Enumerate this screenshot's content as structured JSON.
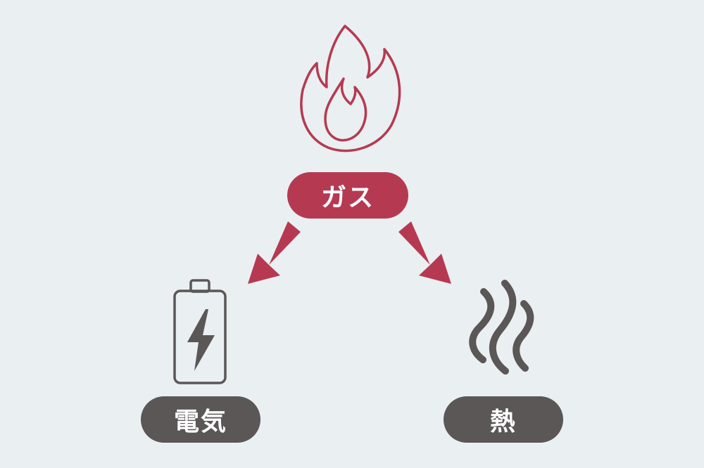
{
  "nodes": {
    "source": {
      "label": "ガス",
      "icon": "flame-icon",
      "color": "#b53a51"
    },
    "outputs": [
      {
        "label": "電気",
        "icon": "battery-charging-icon",
        "color": "#5b5757"
      },
      {
        "label": "熱",
        "icon": "heat-waves-icon",
        "color": "#5b5757"
      }
    ]
  },
  "edges": [
    {
      "from": "ガス",
      "to": "電気"
    },
    {
      "from": "ガス",
      "to": "熱"
    }
  ],
  "colors": {
    "background": "#eaeff2",
    "accent": "#b53a51",
    "neutral": "#5b5757"
  }
}
